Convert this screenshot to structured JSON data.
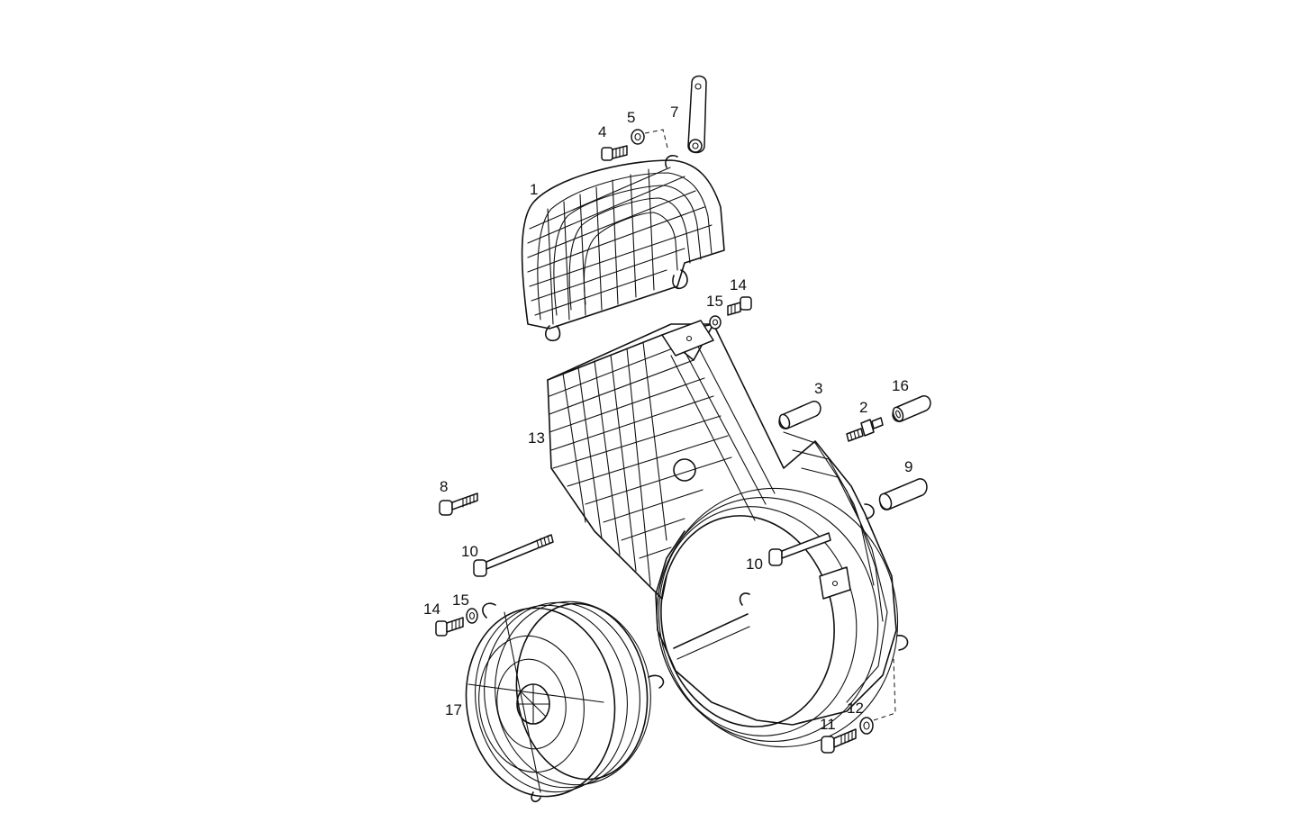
{
  "callouts": {
    "c1": "1",
    "c2": "2",
    "c3": "3",
    "c4": "4",
    "c5": "5",
    "c7": "7",
    "c8": "8",
    "c9": "9",
    "c10a": "10",
    "c10b": "10",
    "c11": "11",
    "c12": "12",
    "c13": "13",
    "c14a": "14",
    "c14b": "14",
    "c15a": "15",
    "c15b": "15",
    "c16": "16",
    "c17": "17"
  },
  "parts": {
    "guard_top": "wire-guard",
    "guard_main": "wire-guard",
    "guard_round": "wire-guard",
    "bolt": "hex-bolt",
    "washer": "washer",
    "sleeve": "spacer-sleeve",
    "stud": "stud",
    "bracket": "strap-bracket"
  }
}
